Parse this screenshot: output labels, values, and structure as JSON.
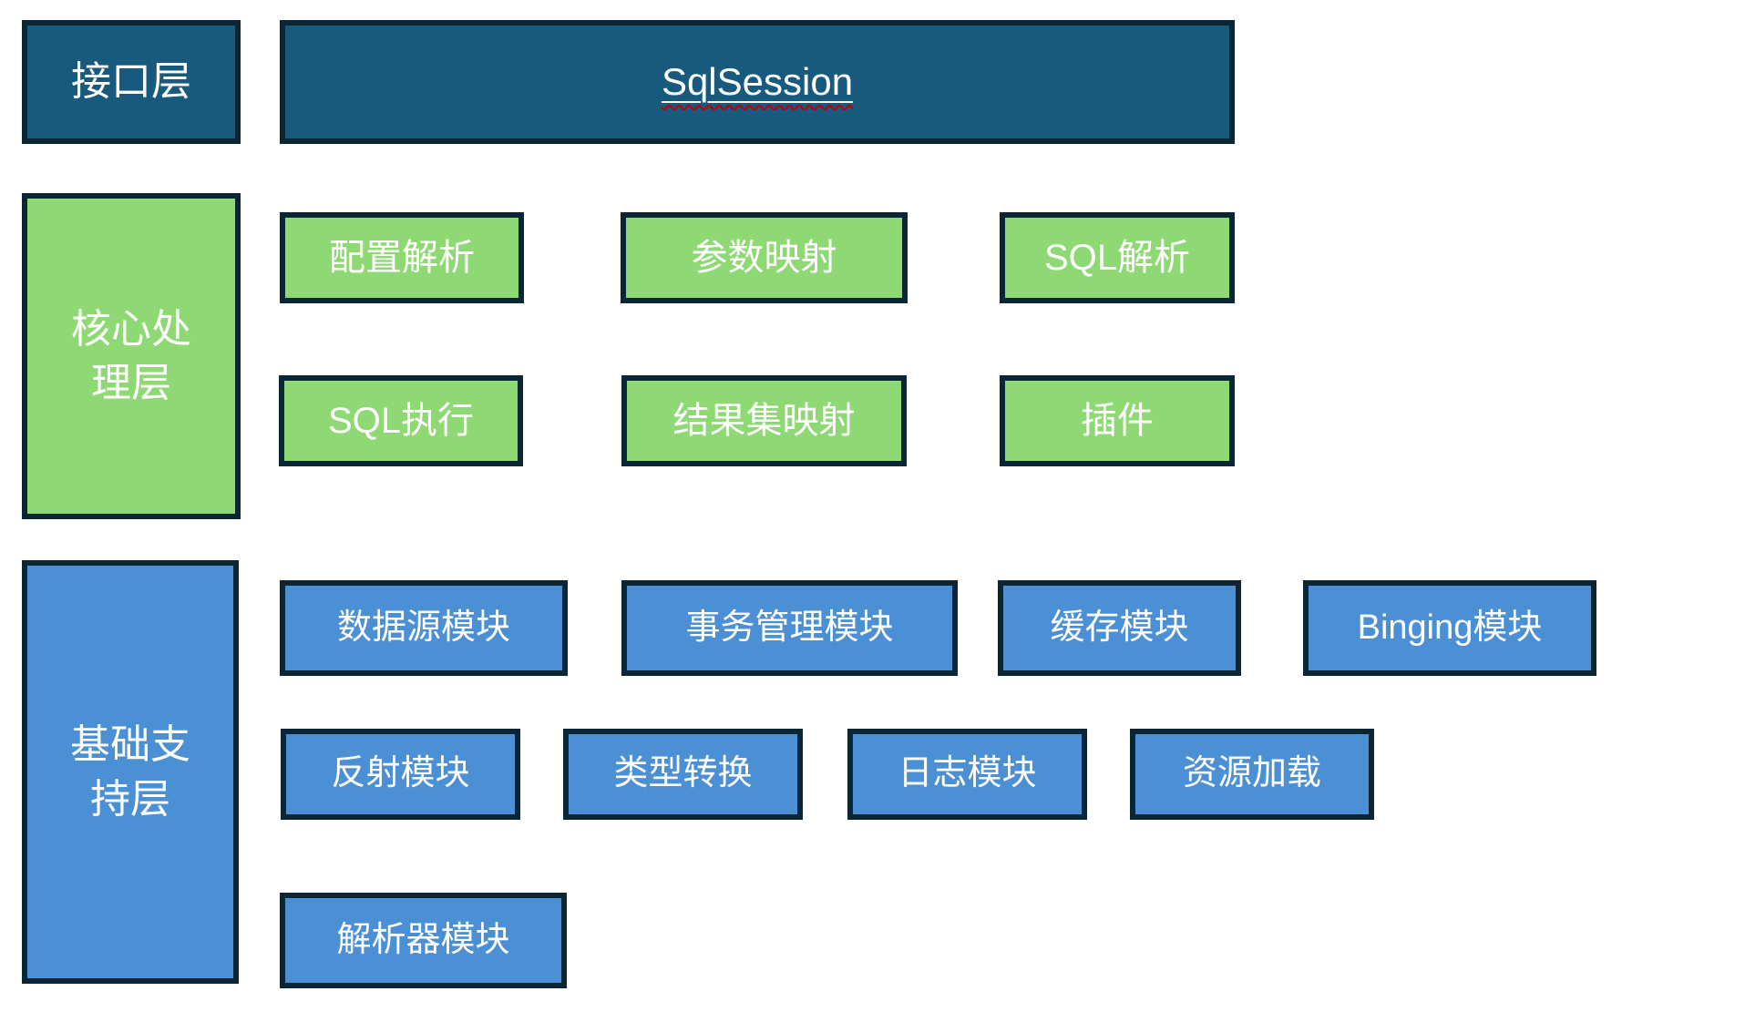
{
  "diagram": {
    "layers": {
      "interface": {
        "label": "接口层",
        "items": {
          "sqlsession": "SqlSession"
        }
      },
      "core": {
        "label": "核心处理层",
        "items": {
          "0": "配置解析",
          "1": "参数映射",
          "2": "SQL解析",
          "3": "SQL执行",
          "4": "结果集映射",
          "5": "插件"
        }
      },
      "support": {
        "label": "基础支持层",
        "items": {
          "0": "数据源模块",
          "1": "事务管理模块",
          "2": "缓存模块",
          "3": "Binging模块",
          "4": "反射模块",
          "5": "类型转换",
          "6": "日志模块",
          "7": "资源加载",
          "8": "解析器模块"
        }
      }
    },
    "colors": {
      "interface_fill": "#175a7e",
      "core_fill": "#8ed973",
      "support_fill": "#4b8fd4",
      "border": "#0a2534",
      "text": "#ffffff",
      "spellcheck_underline": "#c00000",
      "background": "#ffffff"
    }
  }
}
